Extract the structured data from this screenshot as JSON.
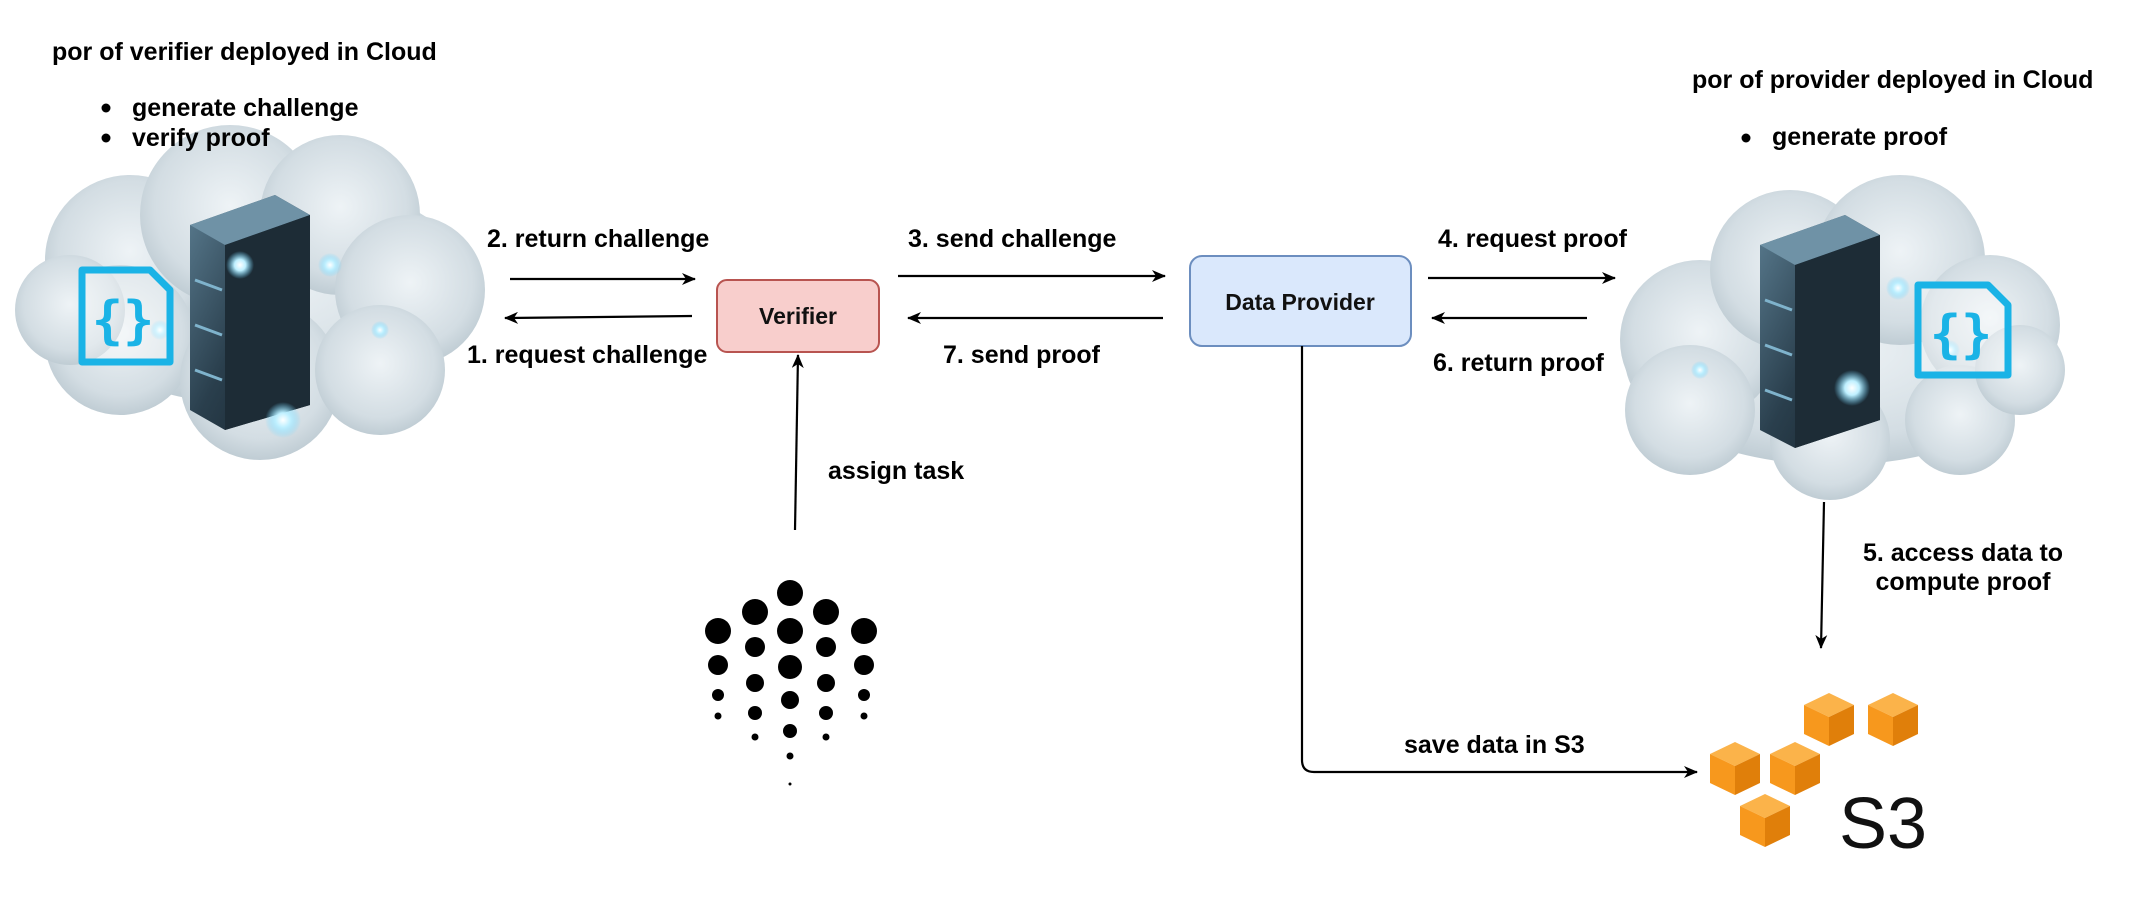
{
  "verifier_cloud": {
    "title": "por of verifier deployed in Cloud",
    "bullets": [
      "generate challenge",
      "verify proof"
    ]
  },
  "provider_cloud": {
    "title": "por of provider deployed in Cloud",
    "bullets": [
      "generate proof"
    ]
  },
  "nodes": {
    "verifier": "Verifier",
    "data_provider": "Data Provider",
    "s3": "S3"
  },
  "edges": {
    "request_challenge": "1. request challenge",
    "return_challenge": "2. return challenge",
    "send_challenge": "3. send challenge",
    "request_proof": "4. request proof",
    "access_data": [
      "5. access data to",
      "compute proof"
    ],
    "return_proof": "6. return proof",
    "send_proof": "7. send proof",
    "assign_task": "assign task",
    "save_data": "save data in S3"
  },
  "colors": {
    "verifier_fill": "#f8cecc",
    "verifier_stroke": "#b85450",
    "provider_fill": "#dae8fc",
    "provider_stroke": "#6c8ebf",
    "s3_orange": "#f7981d",
    "code_icon_cyan": "#1ab3e6"
  },
  "icons": [
    "cloud-server-icon",
    "code-file-icon",
    "dot-pattern-logo-icon",
    "s3-buckets-icon"
  ]
}
